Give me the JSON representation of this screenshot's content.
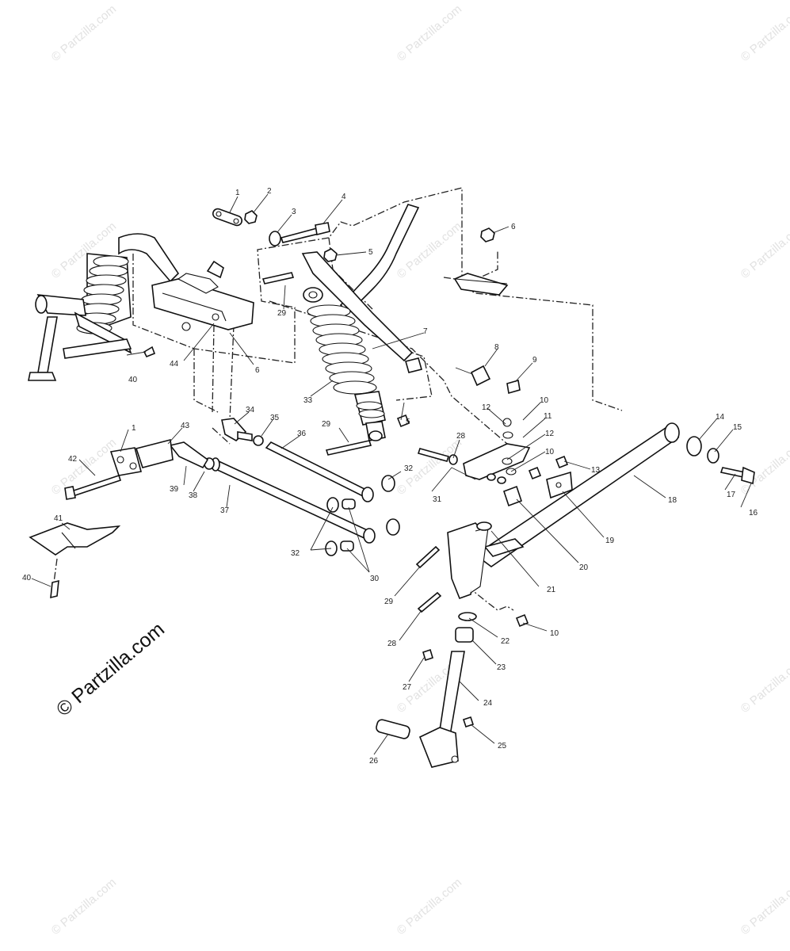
{
  "watermarks": {
    "small": "© Partzilla.com",
    "large": "© Partzilla.com"
  },
  "callouts": {
    "n1a": "1",
    "n2": "2",
    "n3": "3",
    "n4": "4",
    "n5a": "5",
    "n6a": "6",
    "n7": "7",
    "n8": "8",
    "n9": "9",
    "n29a": "29",
    "n40a": "40",
    "n44": "44",
    "n6b": "6",
    "n33": "33",
    "n10a": "10",
    "n12a": "12",
    "n11": "11",
    "n12b": "12",
    "n10b": "10",
    "n14": "14",
    "n15": "15",
    "n13": "13",
    "n17": "17",
    "n16": "16",
    "n18": "18",
    "n5b": "5",
    "n29b": "29",
    "n28a": "28",
    "n34": "34",
    "n35": "35",
    "n36": "36",
    "n1b": "1",
    "n43": "43",
    "n42": "42",
    "n39": "39",
    "n38": "38",
    "n37": "37",
    "n32a": "32",
    "n31": "31",
    "n19": "19",
    "n20": "20",
    "n41": "41",
    "n32b": "32",
    "n30": "30",
    "n21": "21",
    "n40b": "40",
    "n29c": "29",
    "n10c": "10",
    "n22": "22",
    "n28b": "28",
    "n23": "23",
    "n27": "27",
    "n24": "24",
    "n25": "25",
    "n26": "26"
  },
  "colors": {
    "ink": "#111111",
    "watermark": "#e2e2e2",
    "background": "#ffffff"
  }
}
